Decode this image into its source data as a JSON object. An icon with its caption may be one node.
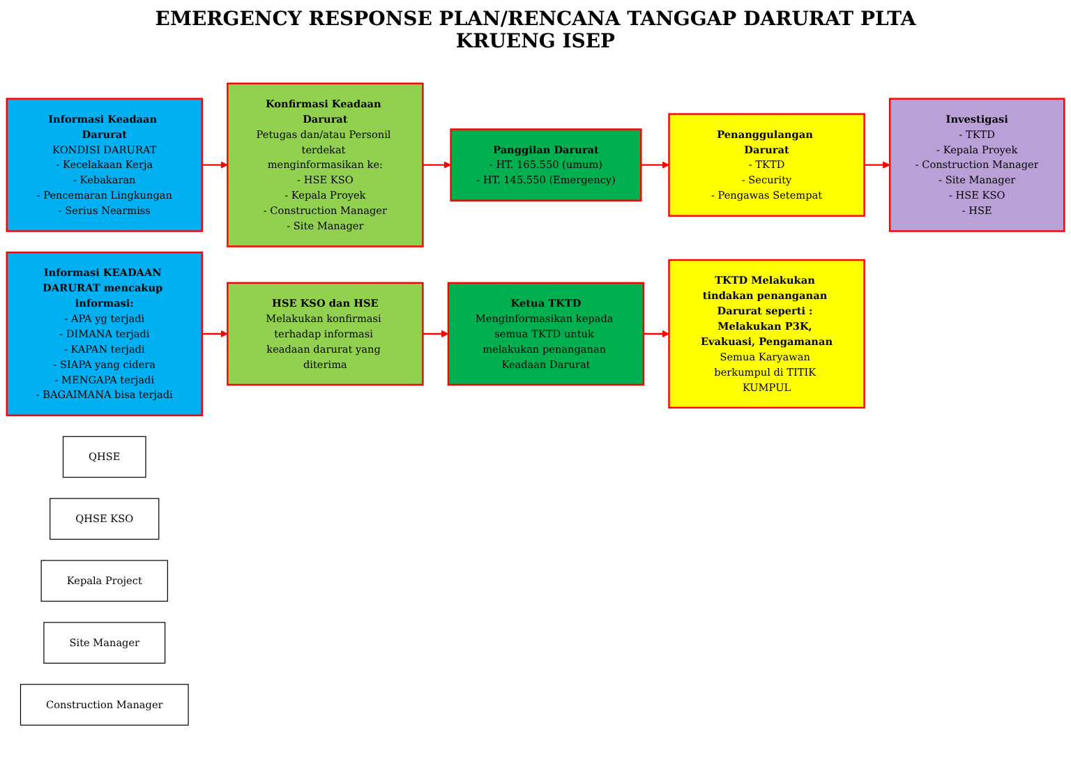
{
  "diagram": {
    "title": "EMERGENCY RESPONSE PLAN/RENCANA TANGGAP DARURAT PLTA KRUENG ISEP",
    "nodes": [
      {
        "text": [
          "Informasi Keadaan Darurat",
          "KONDISI DARURAT",
          "- Kecelakaan Kerja",
          "- Kebakaran",
          "- Pencemaran Lingkungan",
          "- Serius Nearmiss"
        ]
      },
      {
        "text": [
          "Konfirmasi Keadaan Darurat",
          "Petugas dan/atau Personil terdekat menginformasikan ke:",
          "- HSE KSO",
          "- Kepala Proyek",
          "- Construction Manager",
          "- Site Manager"
        ]
      },
      {
        "text": [
          "Panggilan Darurat",
          "- HT. 165.550 (umum)",
          "- HT. 145.550 (Emergency)"
        ]
      },
      {
        "text": [
          "Penanggulangan Darurat",
          "- TKTD",
          "- Security",
          "- Pengawas Setempat"
        ]
      },
      {
        "text": [
          "Investigasi",
          "- TKTD",
          "- Kepala Proyek",
          "- Construction Manager",
          "- Site Manager",
          "- HSE KSO",
          "- HSE"
        ]
      },
      {
        "text": [
          "Informasi KEADAAN DARURAT mencakup informasi:",
          "- APA yg terjadi",
          "- DIMANA terjadi",
          "- KAPAN terjadi",
          "- SIAPA yang cidera",
          "- MENGAPA terjadi",
          "- BAGAIMANA bisa terjadi"
        ]
      },
      {
        "text": [
          "HSE KSO dan HSE",
          "Melakukan konfirmasi terhadap informasi keadaan darurat yang diterima"
        ]
      },
      {
        "text": [
          "Ketua TKTD",
          "Menginformasikan kepada semua TKTD untuk melakukan penanganan Keadaan Darurat"
        ]
      },
      {
        "text": [
          "TKTD Melakukan tindakan penanganan Darurat seperti : Melakukan P3K, Evakuasi, Pengamanan",
          "Semua Karyawan berkumpul di TITIK KUMPUL"
        ]
      },
      {
        "text": [
          "QHSE"
        ]
      },
      {
        "text": [
          "QHSE KSO"
        ]
      },
      {
        "text": [
          "Kepala Project"
        ]
      },
      {
        "text": [
          "Site Manager"
        ]
      },
      {
        "text": [
          "Construction Manager"
        ]
      }
    ],
    "edges": [
      {
        "from": 0,
        "to": 1,
        "arrow": "to"
      },
      {
        "from": 1,
        "to": 2,
        "arrow": "to"
      },
      {
        "from": 2,
        "to": 3,
        "arrow": "to"
      },
      {
        "from": 3,
        "to": 4,
        "arrow": "to"
      },
      {
        "from": 5,
        "to": 6,
        "arrow": "to"
      },
      {
        "from": 6,
        "to": 7,
        "arrow": "to"
      },
      {
        "from": 7,
        "to": 8,
        "arrow": "to"
      }
    ]
  }
}
